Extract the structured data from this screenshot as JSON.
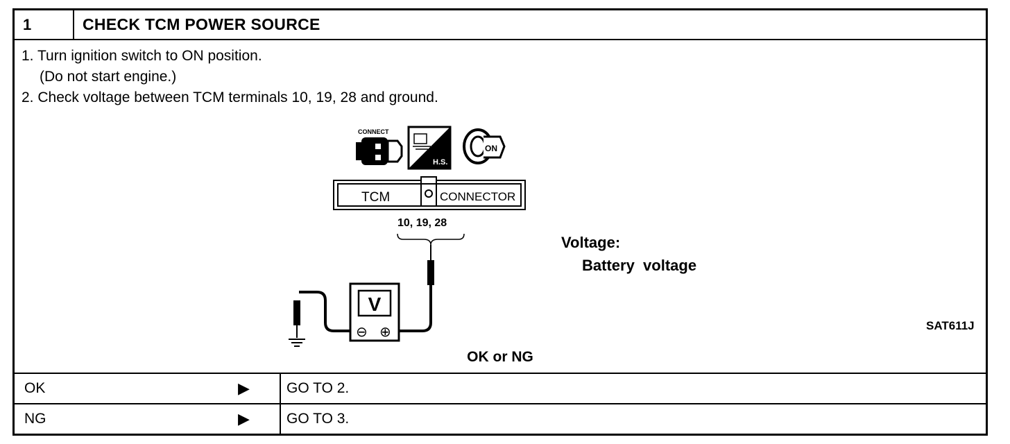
{
  "header": {
    "number": "1",
    "title": "CHECK TCM POWER SOURCE"
  },
  "steps": [
    "1. Turn ignition switch to ON position.",
    "(Do not start engine.)",
    "2. Check voltage between TCM terminals 10, 19, 28 and ground."
  ],
  "diagram": {
    "connect_label": "CONNECT",
    "hs_label": "H.S.",
    "on_label": "ON",
    "connector_left": "TCM",
    "connector_right": "CONNECTOR",
    "terminals": "10, 19, 28",
    "meter_label": "V",
    "minus": "⊖",
    "plus": "⊕"
  },
  "spec": {
    "title": "Voltage:",
    "value": "Battery  voltage"
  },
  "figure_code": "SAT611J",
  "result_prompt": "OK or NG",
  "outcomes": [
    {
      "condition": "OK",
      "arrow": "▶",
      "action": "GO TO 2."
    },
    {
      "condition": "NG",
      "arrow": "▶",
      "action": "GO TO 3."
    }
  ]
}
